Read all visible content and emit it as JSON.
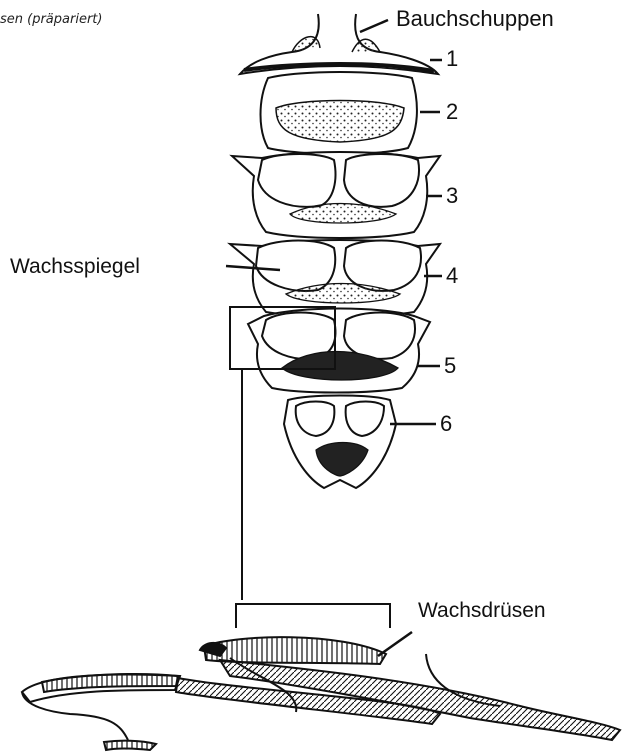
{
  "caption": "sen (präpariert)",
  "labels": {
    "bauchschuppen": "Bauchschuppen",
    "wachsspiegel": "Wachsspiegel",
    "wachsdruesen": "Wachsdrüsen"
  },
  "segment_numbers": [
    "1",
    "2",
    "3",
    "4",
    "5",
    "6"
  ]
}
